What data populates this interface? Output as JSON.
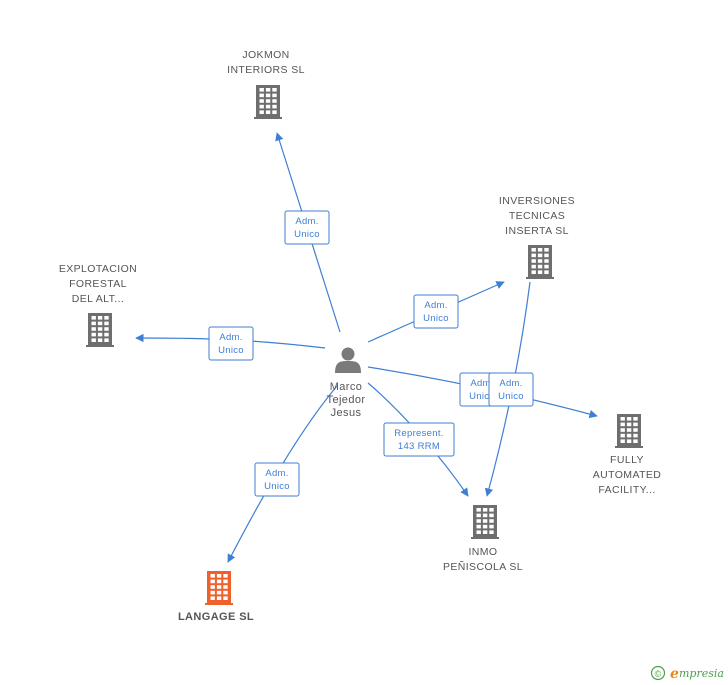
{
  "colors": {
    "edge": "#3f7fd3",
    "building": "#6e6e6e",
    "building_highlight": "#f0602b",
    "person": "#7a7a7a",
    "text": "#555555"
  },
  "person": {
    "id": "person",
    "icon": "person-icon",
    "lines": [
      "Marco",
      "Tejedor",
      "Jesus"
    ]
  },
  "companies": [
    {
      "id": "jokmon",
      "lines": [
        "JOKMON",
        "INTERIORS SL"
      ],
      "highlight": false,
      "icon": "building-icon"
    },
    {
      "id": "inversiones",
      "lines": [
        "INVERSIONES",
        "TECNICAS",
        "INSERTA SL"
      ],
      "highlight": false,
      "icon": "building-icon"
    },
    {
      "id": "explotacion",
      "lines": [
        "EXPLOTACION",
        "FORESTAL",
        "DEL ALT..."
      ],
      "highlight": false,
      "icon": "building-icon"
    },
    {
      "id": "fully",
      "lines": [
        "FULLY",
        "AUTOMATED",
        "FACILITY..."
      ],
      "highlight": false,
      "icon": "building-icon"
    },
    {
      "id": "inmo",
      "lines": [
        "INMO",
        "PEÑISCOLA  SL"
      ],
      "highlight": false,
      "icon": "building-icon"
    },
    {
      "id": "langage",
      "lines": [
        "LANGAGE SL"
      ],
      "highlight": true,
      "icon": "building-icon"
    }
  ],
  "edges": [
    {
      "from": "person",
      "to": "jokmon",
      "label": [
        "Adm.",
        "Unico"
      ]
    },
    {
      "from": "person",
      "to": "explotacion",
      "label": [
        "Adm.",
        "Unico"
      ]
    },
    {
      "from": "person",
      "to": "inversiones",
      "label": [
        "Adm.",
        "Unico"
      ]
    },
    {
      "from": "person",
      "to": "fully",
      "label": [
        "Adm.",
        "Unico"
      ]
    },
    {
      "from": "inversiones",
      "to": "inmo",
      "label": [
        "Adm.",
        "Unico"
      ]
    },
    {
      "from": "person",
      "to": "inmo",
      "label": [
        "Represent.",
        "143 RRM"
      ]
    },
    {
      "from": "person",
      "to": "langage",
      "label": [
        "Adm.",
        "Unico"
      ]
    }
  ],
  "footer": {
    "copyright_symbol": "©",
    "brand_initial": "e",
    "brand_rest": "mpresia"
  }
}
